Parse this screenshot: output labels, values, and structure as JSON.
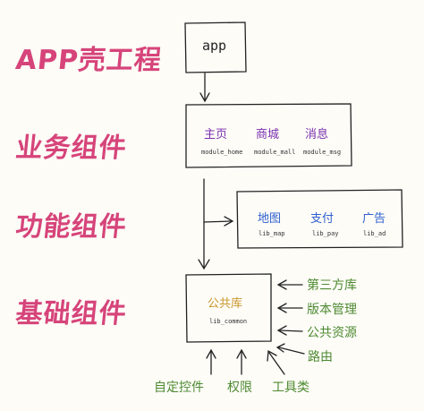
{
  "layers": {
    "shell": "APP壳工程",
    "business": "业务组件",
    "function": "功能组件",
    "base": "基础组件"
  },
  "app_box": {
    "label": "app"
  },
  "business_box": {
    "items": [
      {
        "cn": "主页",
        "en": "module_home"
      },
      {
        "cn": "商城",
        "en": "module_mall"
      },
      {
        "cn": "消息",
        "en": "module_msg"
      }
    ]
  },
  "function_box": {
    "items": [
      {
        "cn": "地图",
        "en": "lib_map"
      },
      {
        "cn": "支付",
        "en": "lib_pay"
      },
      {
        "cn": "广告",
        "en": "lib_ad"
      }
    ]
  },
  "base_box": {
    "cn": "公共库",
    "en": "lib_common"
  },
  "right_inputs": [
    "第三方库",
    "版本管理",
    "公共资源",
    "路由"
  ],
  "bottom_inputs": [
    "自定控件",
    "权限",
    "工具类"
  ],
  "colors": {
    "layer": "#d6447a",
    "business": "#7a2fb0",
    "function": "#2f5fd0",
    "base": "#c9962a",
    "inputs": "#4e8a32"
  }
}
